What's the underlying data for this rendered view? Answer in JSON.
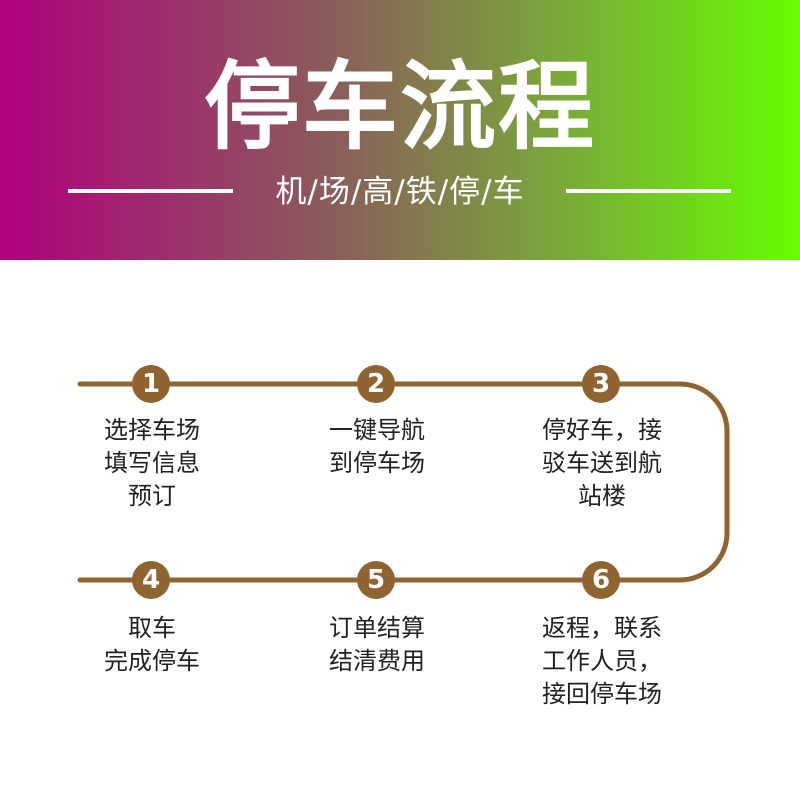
{
  "header": {
    "title": "停车流程",
    "subtitle": "机/场/高/铁/停/车"
  },
  "colors": {
    "accent": "#8f6430",
    "gradient_start": "#b0007e",
    "gradient_end": "#66ff00"
  },
  "steps": [
    {
      "number": "1",
      "lines": [
        "选择车场",
        "填写信息",
        "预订"
      ]
    },
    {
      "number": "2",
      "lines": [
        "一键导航",
        "到停车场"
      ]
    },
    {
      "number": "3",
      "lines": [
        "停好车，接",
        "驳车送到航",
        "站楼"
      ]
    },
    {
      "number": "4",
      "lines": [
        "取车",
        "完成停车"
      ]
    },
    {
      "number": "5",
      "lines": [
        "订单结算",
        "结清费用"
      ]
    },
    {
      "number": "6",
      "lines": [
        "返程，联系",
        "工作人员，",
        "接回停车场"
      ]
    }
  ]
}
